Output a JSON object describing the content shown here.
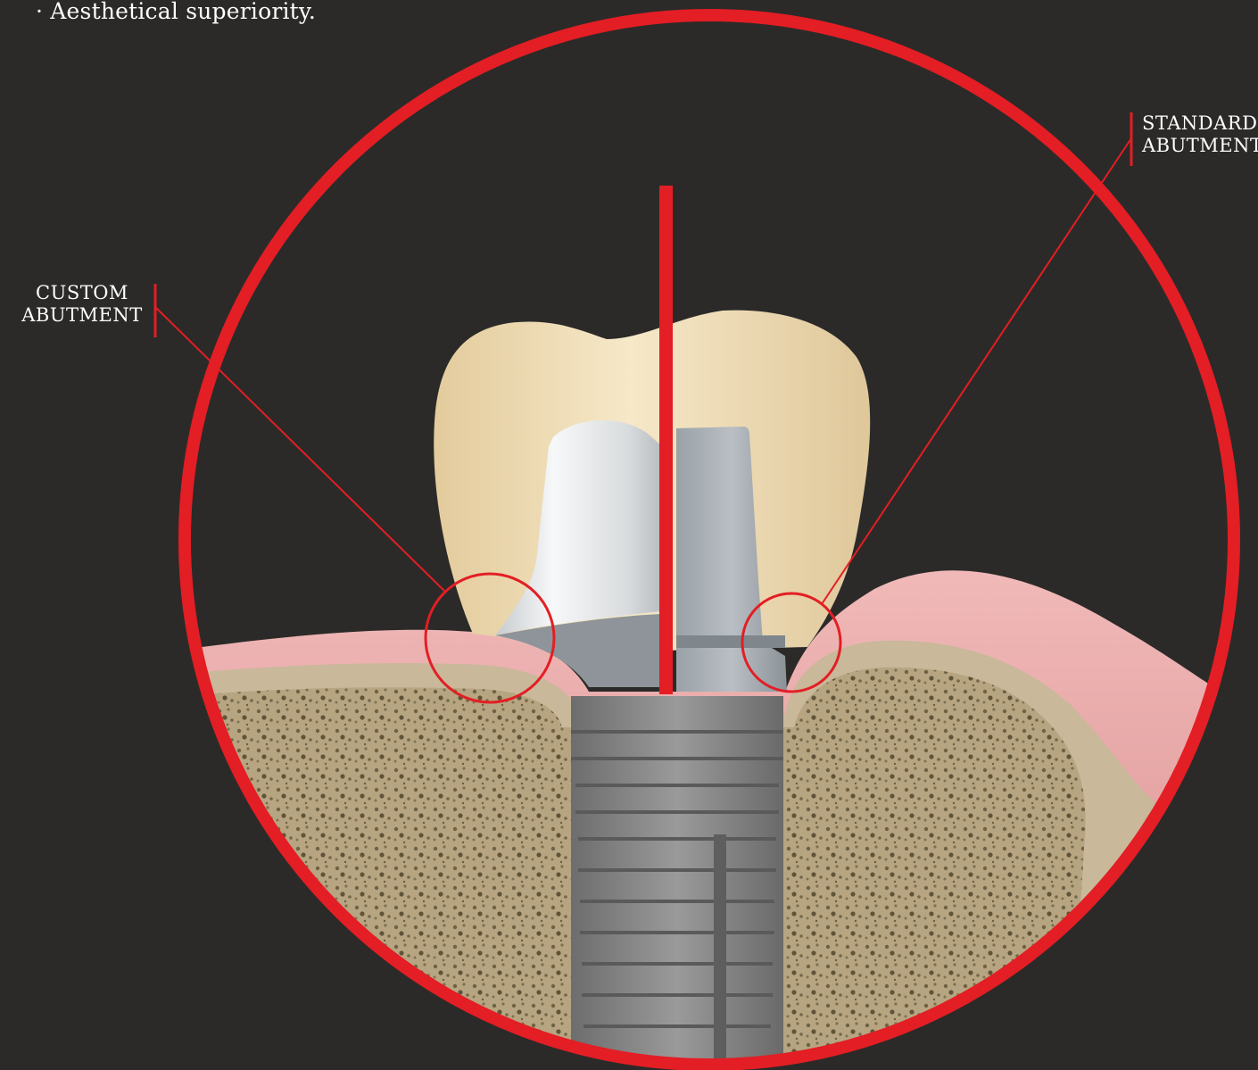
{
  "intro": {
    "bullet_text": "· Aesthetical superiority."
  },
  "callouts": {
    "custom": {
      "line1": "CUSTOM",
      "line2": "ABUTMENT"
    },
    "standard": {
      "line1": "STANDARD",
      "line2": "ABUTMENT"
    }
  },
  "colors": {
    "background": "#2b2a29",
    "accent_red": "#e31e24",
    "gum_pink": "#e7a7a6",
    "bone_tan": "#b9a787",
    "tooth_cream": "#efdcb4",
    "implant_grey": "#8a8a8a",
    "custom_abutment_white": "#e8e9ea",
    "standard_abutment_grey": "#a6adb3"
  }
}
